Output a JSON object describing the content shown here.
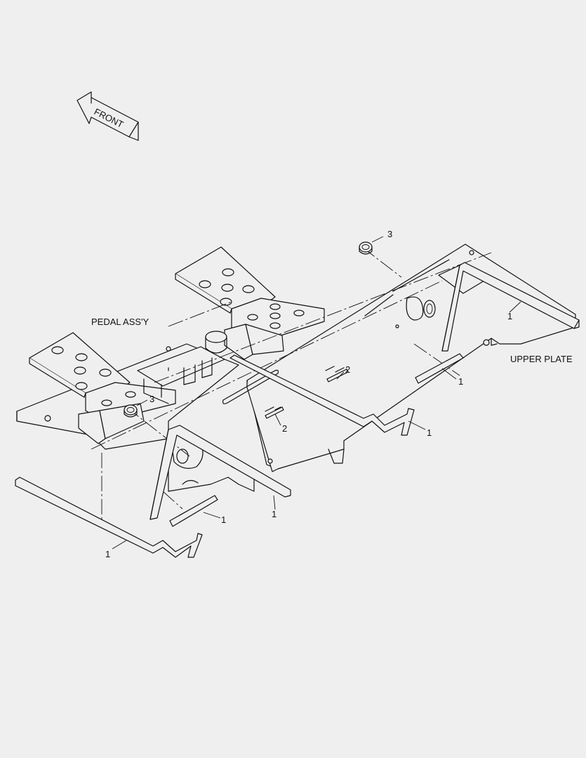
{
  "labels": {
    "front": "FRONT",
    "pedal_assy": "PEDAL ASS'Y",
    "upper_plate": "UPPER PLATE"
  },
  "callouts": {
    "c1_upper_right_bar": "1",
    "c1_right_short_bar": "1",
    "c1_center_long_bar": "1",
    "c1_lower_center_bar": "1",
    "c1_lower_left_short_bar": "1",
    "c1_lower_left_long_bar": "1",
    "c2_upper": "2",
    "c2_lower": "2",
    "c3_upper": "3",
    "c3_lower": "3"
  }
}
